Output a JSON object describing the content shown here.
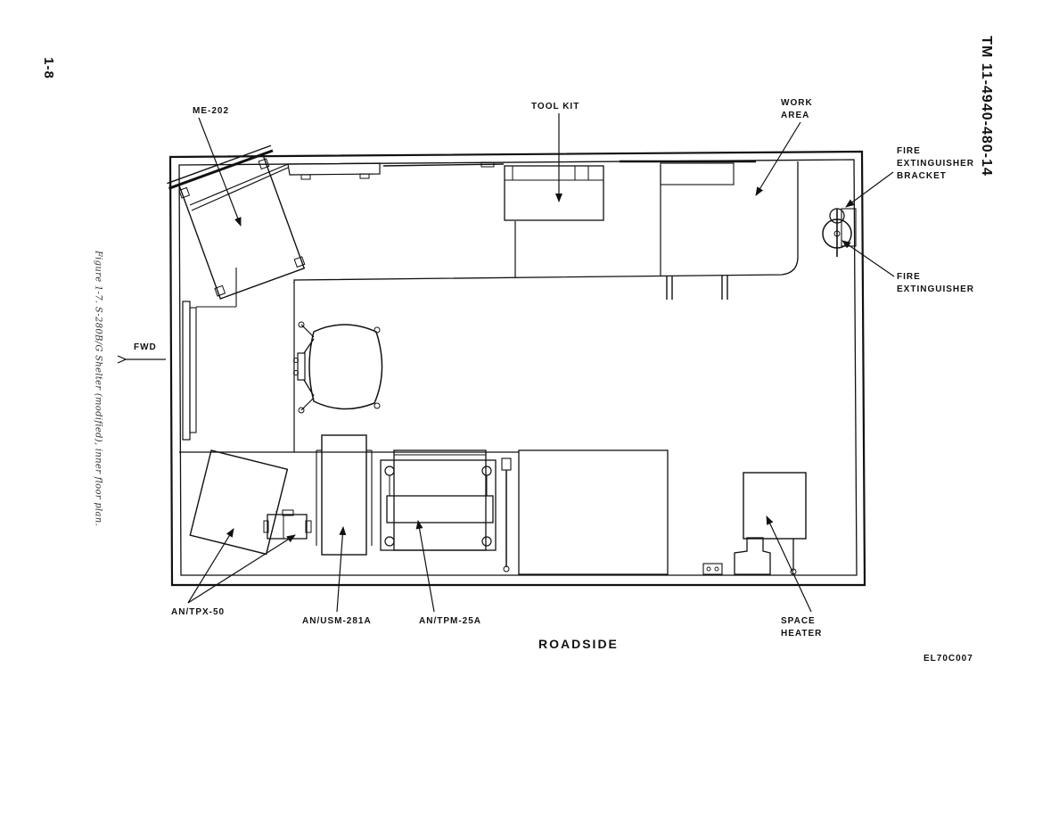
{
  "page_number": "1-8",
  "document_id": "TM 11-4940-480-14",
  "caption": "Figure 1-7. S-280B/G Shelter (modified), inner floor plan.",
  "labels": {
    "me202": "ME-202",
    "tool_kit": "TOOL KIT",
    "work_area_1": "WORK",
    "work_area_2": "AREA",
    "bracket_1": "FIRE",
    "bracket_2": "EXTINGUISHER",
    "bracket_3": "BRACKET",
    "extinguisher_1": "FIRE",
    "extinguisher_2": "EXTINGUISHER",
    "fwd": "FWD",
    "tpx50": "AN/TPX-50",
    "usm281a": "AN/USM-281A",
    "tpm25a": "AN/TPM-25A",
    "space_heater_1": "SPACE",
    "space_heater_2": "HEATER",
    "roadside": "ROADSIDE",
    "drawing_code": "EL70C007"
  }
}
